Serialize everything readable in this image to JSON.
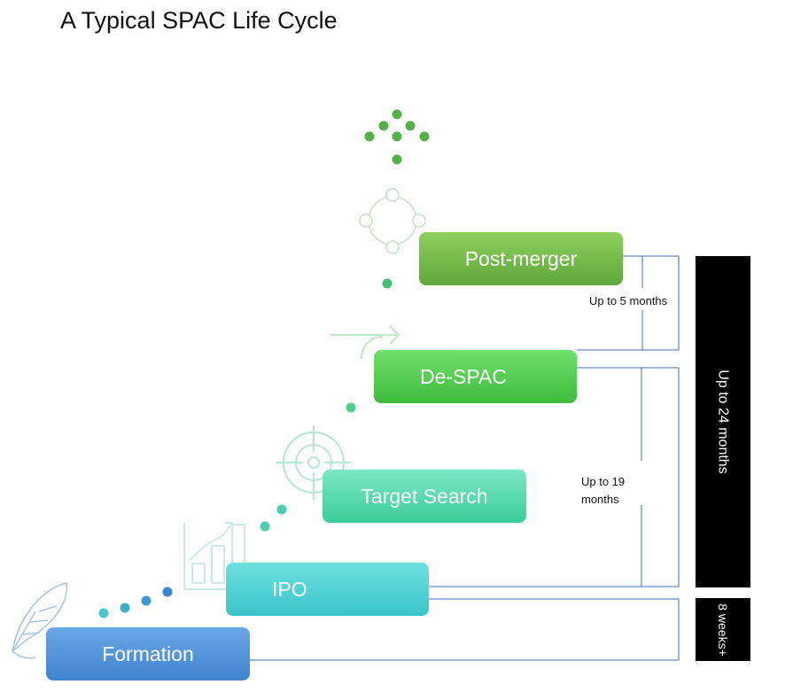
{
  "title": "A Typical SPAC Life Cycle",
  "stages": [
    {
      "label": "Formation"
    },
    {
      "label": "IPO"
    },
    {
      "label": "Target Search"
    },
    {
      "label": "De-SPAC"
    },
    {
      "label": "Post-merger"
    }
  ],
  "durations": {
    "post_merger_to_despac": "Up to 5 months",
    "ipo_to_despac": "Up to 19 months",
    "total": "Up to 24 months",
    "formation_to_ipo": "8 weeks+"
  },
  "icons": [
    "feather-icon",
    "bar-chart-icon",
    "target-icon",
    "arrow-icon",
    "circle-nodes-icon",
    "dots-arrow-up-icon"
  ],
  "colors": {
    "formation": "#4a8fd8",
    "ipo": "#4fd3d5",
    "target_search": "#4fdaab",
    "de_spac": "#4cc84a",
    "post_merger": "#6db845",
    "bracket": "#3d6fb5",
    "duration_bar": "#000000"
  }
}
